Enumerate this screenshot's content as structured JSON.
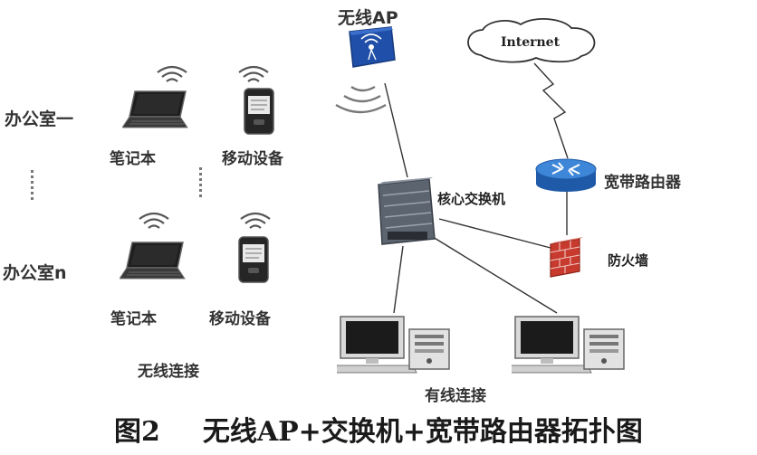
{
  "labels": {
    "ap": "无线AP",
    "internet": "Internet",
    "office_1": "办公室一",
    "office_n": "办公室n",
    "laptop": "笔记本",
    "mobile": "移动设备",
    "core_switch": "核心交换机",
    "router": "宽带路由器",
    "firewall": "防火墙",
    "wireless": "无线连接",
    "wired": "有线连接"
  },
  "caption": {
    "fig": "图2",
    "title": "无线AP+交换机+宽带路由器拓扑图"
  },
  "icons": {
    "ap": "wireless-ap-icon",
    "cloud": "internet-cloud-icon",
    "switch": "core-switch-icon",
    "router": "router-icon",
    "firewall": "firewall-icon",
    "laptop": "laptop-icon",
    "mobile": "mobile-device-icon",
    "desktop": "desktop-pc-icon",
    "wifi": "wifi-signal-icon"
  },
  "colors": {
    "ap_blue": "#1f4fa8",
    "router_blue": "#2a6fc4",
    "firewall_red": "#c83a2e",
    "line": "#333333"
  }
}
